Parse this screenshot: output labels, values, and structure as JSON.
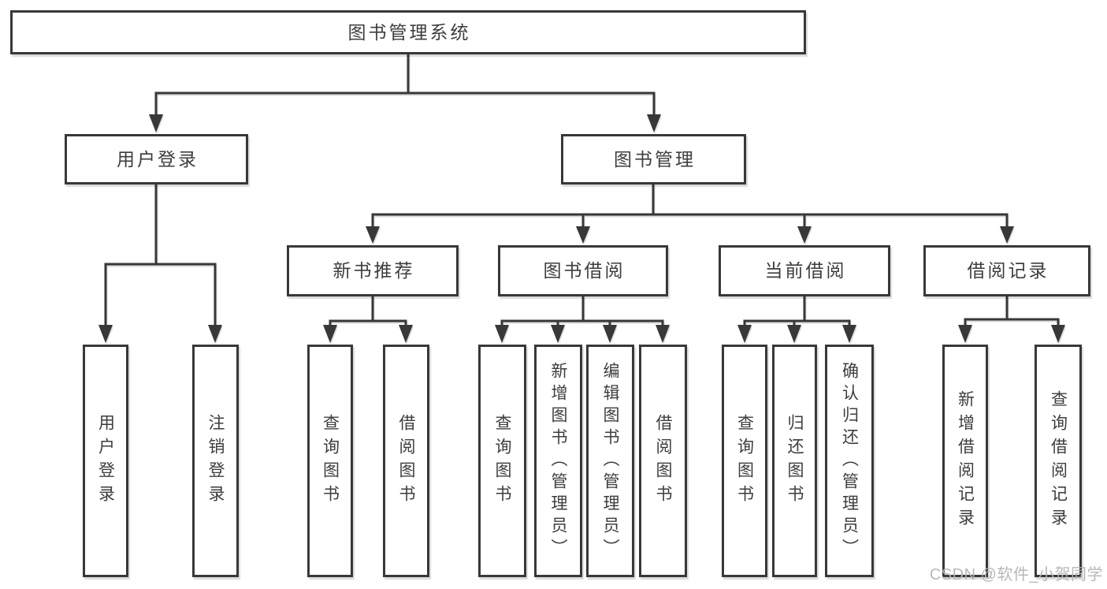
{
  "tree": {
    "label": "图书管理系统",
    "children": [
      {
        "label": "用户登录",
        "children": [
          {
            "label": "用户登录"
          },
          {
            "label": "注销登录"
          }
        ]
      },
      {
        "label": "图书管理",
        "children": [
          {
            "label": "新书推荐",
            "children": [
              {
                "label": "查询图书"
              },
              {
                "label": "借阅图书"
              }
            ]
          },
          {
            "label": "图书借阅",
            "children": [
              {
                "label": "查询图书"
              },
              {
                "label": "新增图书（管理员）"
              },
              {
                "label": "编辑图书（管理员）"
              },
              {
                "label": "借阅图书"
              }
            ]
          },
          {
            "label": "当前借阅",
            "children": [
              {
                "label": "查询图书"
              },
              {
                "label": "归还图书"
              },
              {
                "label": "确认归还（管理员）"
              }
            ]
          },
          {
            "label": "借阅记录",
            "children": [
              {
                "label": "新增借阅记录"
              },
              {
                "label": "查询借阅记录"
              }
            ]
          }
        ]
      }
    ]
  },
  "watermark": {
    "text": "CSDN @软件_小贺同学"
  },
  "colors": {
    "line": "#383838",
    "box_border": "#383838",
    "text": "#3d3d3d",
    "watermark_text": "#b5b5b5",
    "background": "#ffffff"
  }
}
